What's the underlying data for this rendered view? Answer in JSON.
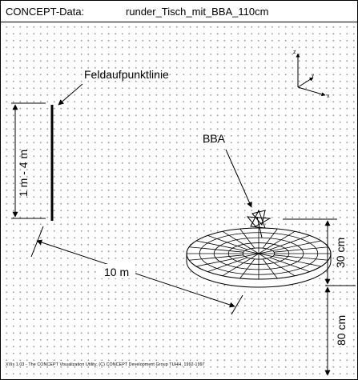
{
  "header": {
    "dataset_label": "CONCEPT-Data:",
    "dataset_name": "runder_Tisch_mit_BBA_110cm"
  },
  "axes": {
    "z": "z",
    "y": "y",
    "x": "x"
  },
  "annotations": {
    "field_line_label": "Feldaufpunktlinie",
    "field_line_height": "1 m - 4 m",
    "distance": "10 m",
    "antenna_label": "BBA",
    "table_thickness": "30 cm",
    "table_height": "80 cm"
  },
  "footer": {
    "credit": "XVis 1.03 - The CONCEPT Visualization Utility, (C) CONCEPT Development Group TUHH, 1992-1997"
  }
}
